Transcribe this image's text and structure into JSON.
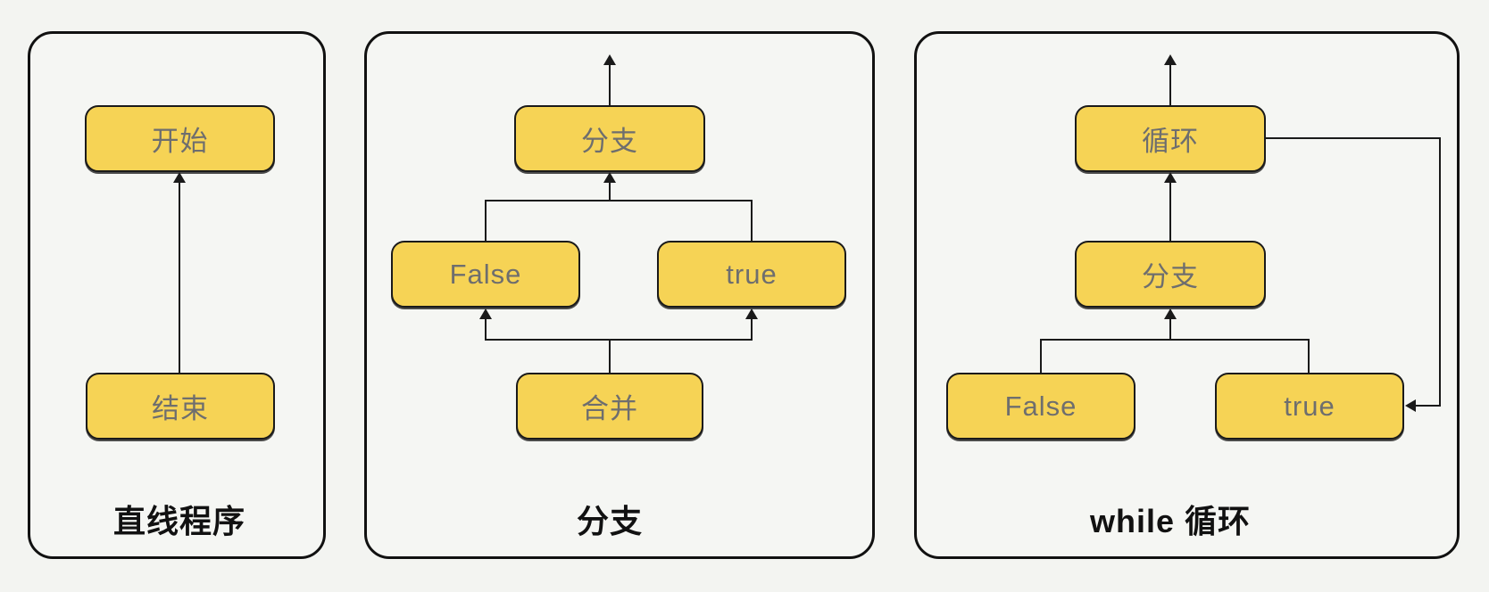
{
  "style": {
    "page_bg": "#f3f4f1",
    "panel_bg": "#f5f6f3",
    "node_fill": "#f6d355",
    "node_border": "#1a1a1a",
    "node_text_color": "#6e6e6e",
    "line_color": "#1a1a1a",
    "caption_color": "#111111"
  },
  "panels": [
    {
      "caption": "直线程序",
      "nodes": [
        {
          "label": "开始"
        },
        {
          "label": "结束"
        }
      ]
    },
    {
      "caption": "分支",
      "nodes": [
        {
          "label": "分支"
        },
        {
          "label": "False"
        },
        {
          "label": "true"
        },
        {
          "label": "合并"
        }
      ]
    },
    {
      "caption": "while 循环",
      "nodes": [
        {
          "label": "循环"
        },
        {
          "label": "分支"
        },
        {
          "label": "False"
        },
        {
          "label": "true"
        }
      ]
    }
  ]
}
